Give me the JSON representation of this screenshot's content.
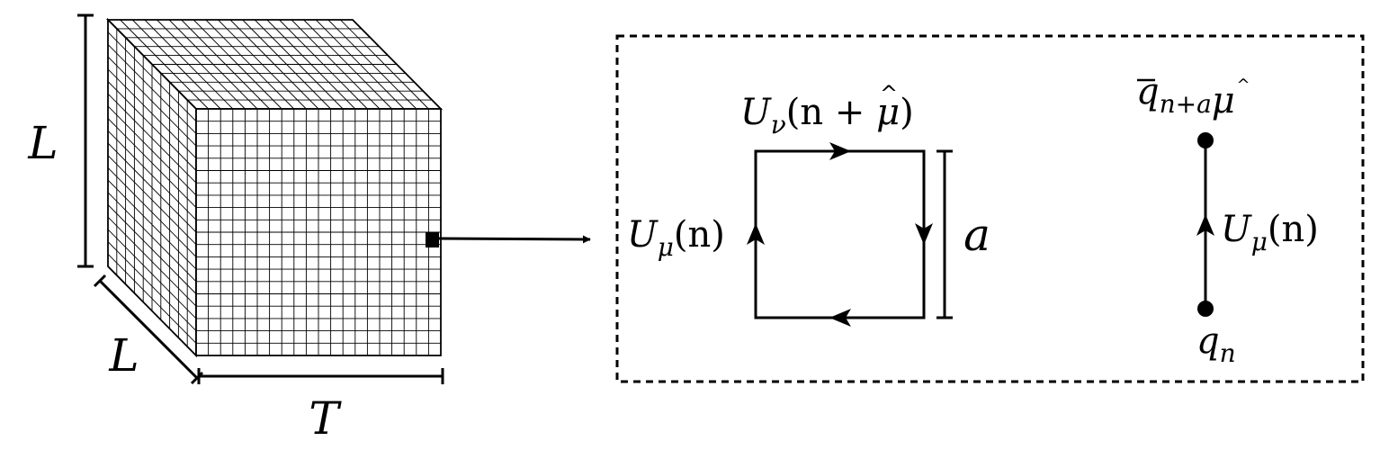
{
  "lattice": {
    "dim_height_label": "L",
    "dim_depth_label": "L",
    "dim_width_label": "T"
  },
  "zoom_panel": {
    "plaquette": {
      "top_link": {
        "U": "U",
        "sub": "ν",
        "arg": "(n + ",
        "hatvar": "μ",
        "close": ")"
      },
      "left_link": {
        "U": "U",
        "sub": "μ",
        "arg": "(n)"
      },
      "spacing_label": "a"
    },
    "quark_link": {
      "top_q": {
        "base": "q",
        "sub_pre": "n+a",
        "hatvar": "μ"
      },
      "link": {
        "U": "U",
        "sub": "μ",
        "arg": "(n)"
      },
      "bottom_q": {
        "base": "q",
        "sub": "n"
      }
    }
  }
}
